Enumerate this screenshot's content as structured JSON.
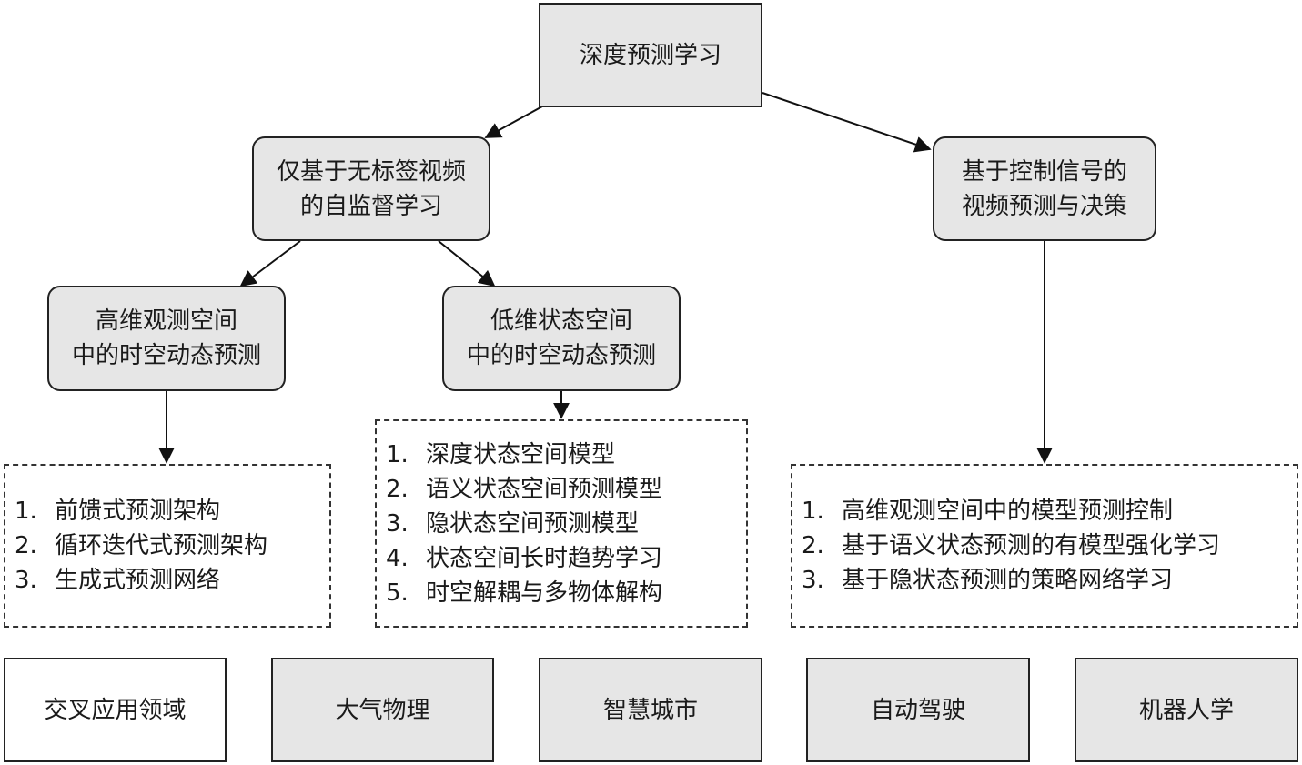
{
  "colors": {
    "box_fill": "#e6e6e6",
    "border": "#222222",
    "text": "#1a1a1a"
  },
  "root": {
    "label": "深度预测学习"
  },
  "branch_left": {
    "line1": "仅基于无标签视频",
    "line2": "的自监督学习"
  },
  "branch_right": {
    "line1": "基于控制信号的",
    "line2": "视频预测与决策"
  },
  "sub_high": {
    "line1": "高维观测空间",
    "line2": "中的时空动态预测"
  },
  "sub_low": {
    "line1": "低维状态空间",
    "line2": "中的时空动态预测"
  },
  "list_high": [
    {
      "num": "1.",
      "text": "前馈式预测架构"
    },
    {
      "num": "2.",
      "text": "循环迭代式预测架构"
    },
    {
      "num": "3.",
      "text": "生成式预测网络"
    }
  ],
  "list_low": [
    {
      "num": "1.",
      "text": "深度状态空间模型"
    },
    {
      "num": "2.",
      "text": "语义状态空间预测模型"
    },
    {
      "num": "3.",
      "text": "隐状态空间预测模型"
    },
    {
      "num": "4.",
      "text": "状态空间长时趋势学习"
    },
    {
      "num": "5.",
      "text": "时空解耦与多物体解构"
    }
  ],
  "list_control": [
    {
      "num": "1.",
      "text": "高维观测空间中的模型预测控制"
    },
    {
      "num": "2.",
      "text": "基于语义状态预测的有模型强化学习"
    },
    {
      "num": "3.",
      "text": "基于隐状态预测的策略网络学习"
    }
  ],
  "applications": {
    "header": "交叉应用领域",
    "items": [
      "大气物理",
      "智慧城市",
      "自动驾驶",
      "机器人学"
    ]
  }
}
